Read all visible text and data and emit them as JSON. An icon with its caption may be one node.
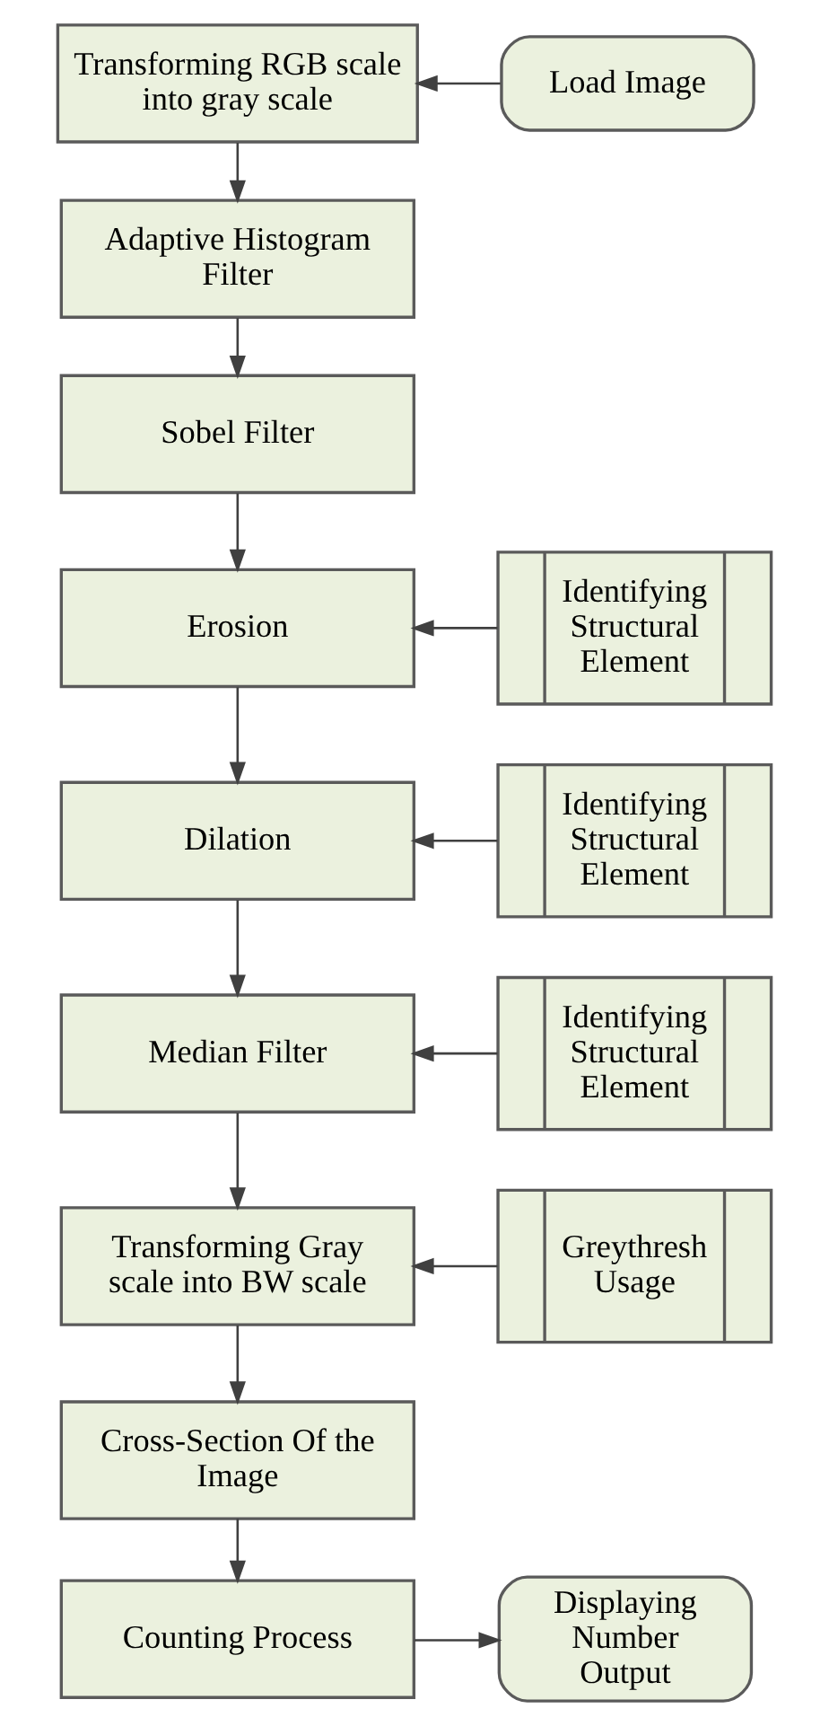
{
  "diagram": {
    "nodes": [
      {
        "text": [
          "Transforming RGB scale into gray scale"
        ]
      },
      {
        "text": [
          "Load Image"
        ]
      },
      {
        "text": [
          "Adaptive Histogram Filter"
        ]
      },
      {
        "text": [
          "Sobel Filter"
        ]
      },
      {
        "text": [
          "Erosion"
        ]
      },
      {
        "text": [
          "Identifying Structural Element"
        ]
      },
      {
        "text": [
          "Dilation"
        ]
      },
      {
        "text": [
          "Identifying Structural Element"
        ]
      },
      {
        "text": [
          "Median Filter"
        ]
      },
      {
        "text": [
          "Identifying Structural Element"
        ]
      },
      {
        "text": [
          "Transforming Gray scale into BW scale"
        ]
      },
      {
        "text": [
          "Greythresh Usage"
        ]
      },
      {
        "text": [
          "Cross-Section Of the Image"
        ]
      },
      {
        "text": [
          "Counting Process"
        ]
      },
      {
        "text": [
          "Displaying Number Output"
        ]
      }
    ],
    "edges": [
      {
        "from": 1,
        "to": 0,
        "arrow": "to"
      },
      {
        "from": 0,
        "to": 2,
        "arrow": "to"
      },
      {
        "from": 2,
        "to": 3,
        "arrow": "to"
      },
      {
        "from": 3,
        "to": 4,
        "arrow": "to"
      },
      {
        "from": 5,
        "to": 4,
        "arrow": "to"
      },
      {
        "from": 4,
        "to": 6,
        "arrow": "to"
      },
      {
        "from": 7,
        "to": 6,
        "arrow": "to"
      },
      {
        "from": 6,
        "to": 8,
        "arrow": "to"
      },
      {
        "from": 9,
        "to": 8,
        "arrow": "to"
      },
      {
        "from": 8,
        "to": 10,
        "arrow": "to"
      },
      {
        "from": 11,
        "to": 10,
        "arrow": "to"
      },
      {
        "from": 10,
        "to": 12,
        "arrow": "to"
      },
      {
        "from": 12,
        "to": 13,
        "arrow": "to"
      },
      {
        "from": 13,
        "to": 14,
        "arrow": "to"
      }
    ]
  }
}
